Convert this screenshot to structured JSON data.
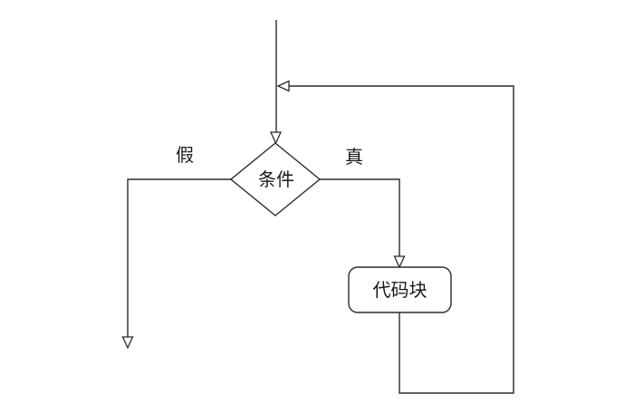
{
  "diagram": {
    "type": "flowchart-while-loop",
    "condition": {
      "label": "条件",
      "shape": "diamond"
    },
    "branches": {
      "false_label": "假",
      "true_label": "真"
    },
    "code_block": {
      "label": "代码块",
      "shape": "rounded-rectangle"
    }
  },
  "colors": {
    "line": "#2b2b2b",
    "text": "#1a1a1a",
    "background": "#ffffff",
    "shape_fill": "#ffffff"
  }
}
